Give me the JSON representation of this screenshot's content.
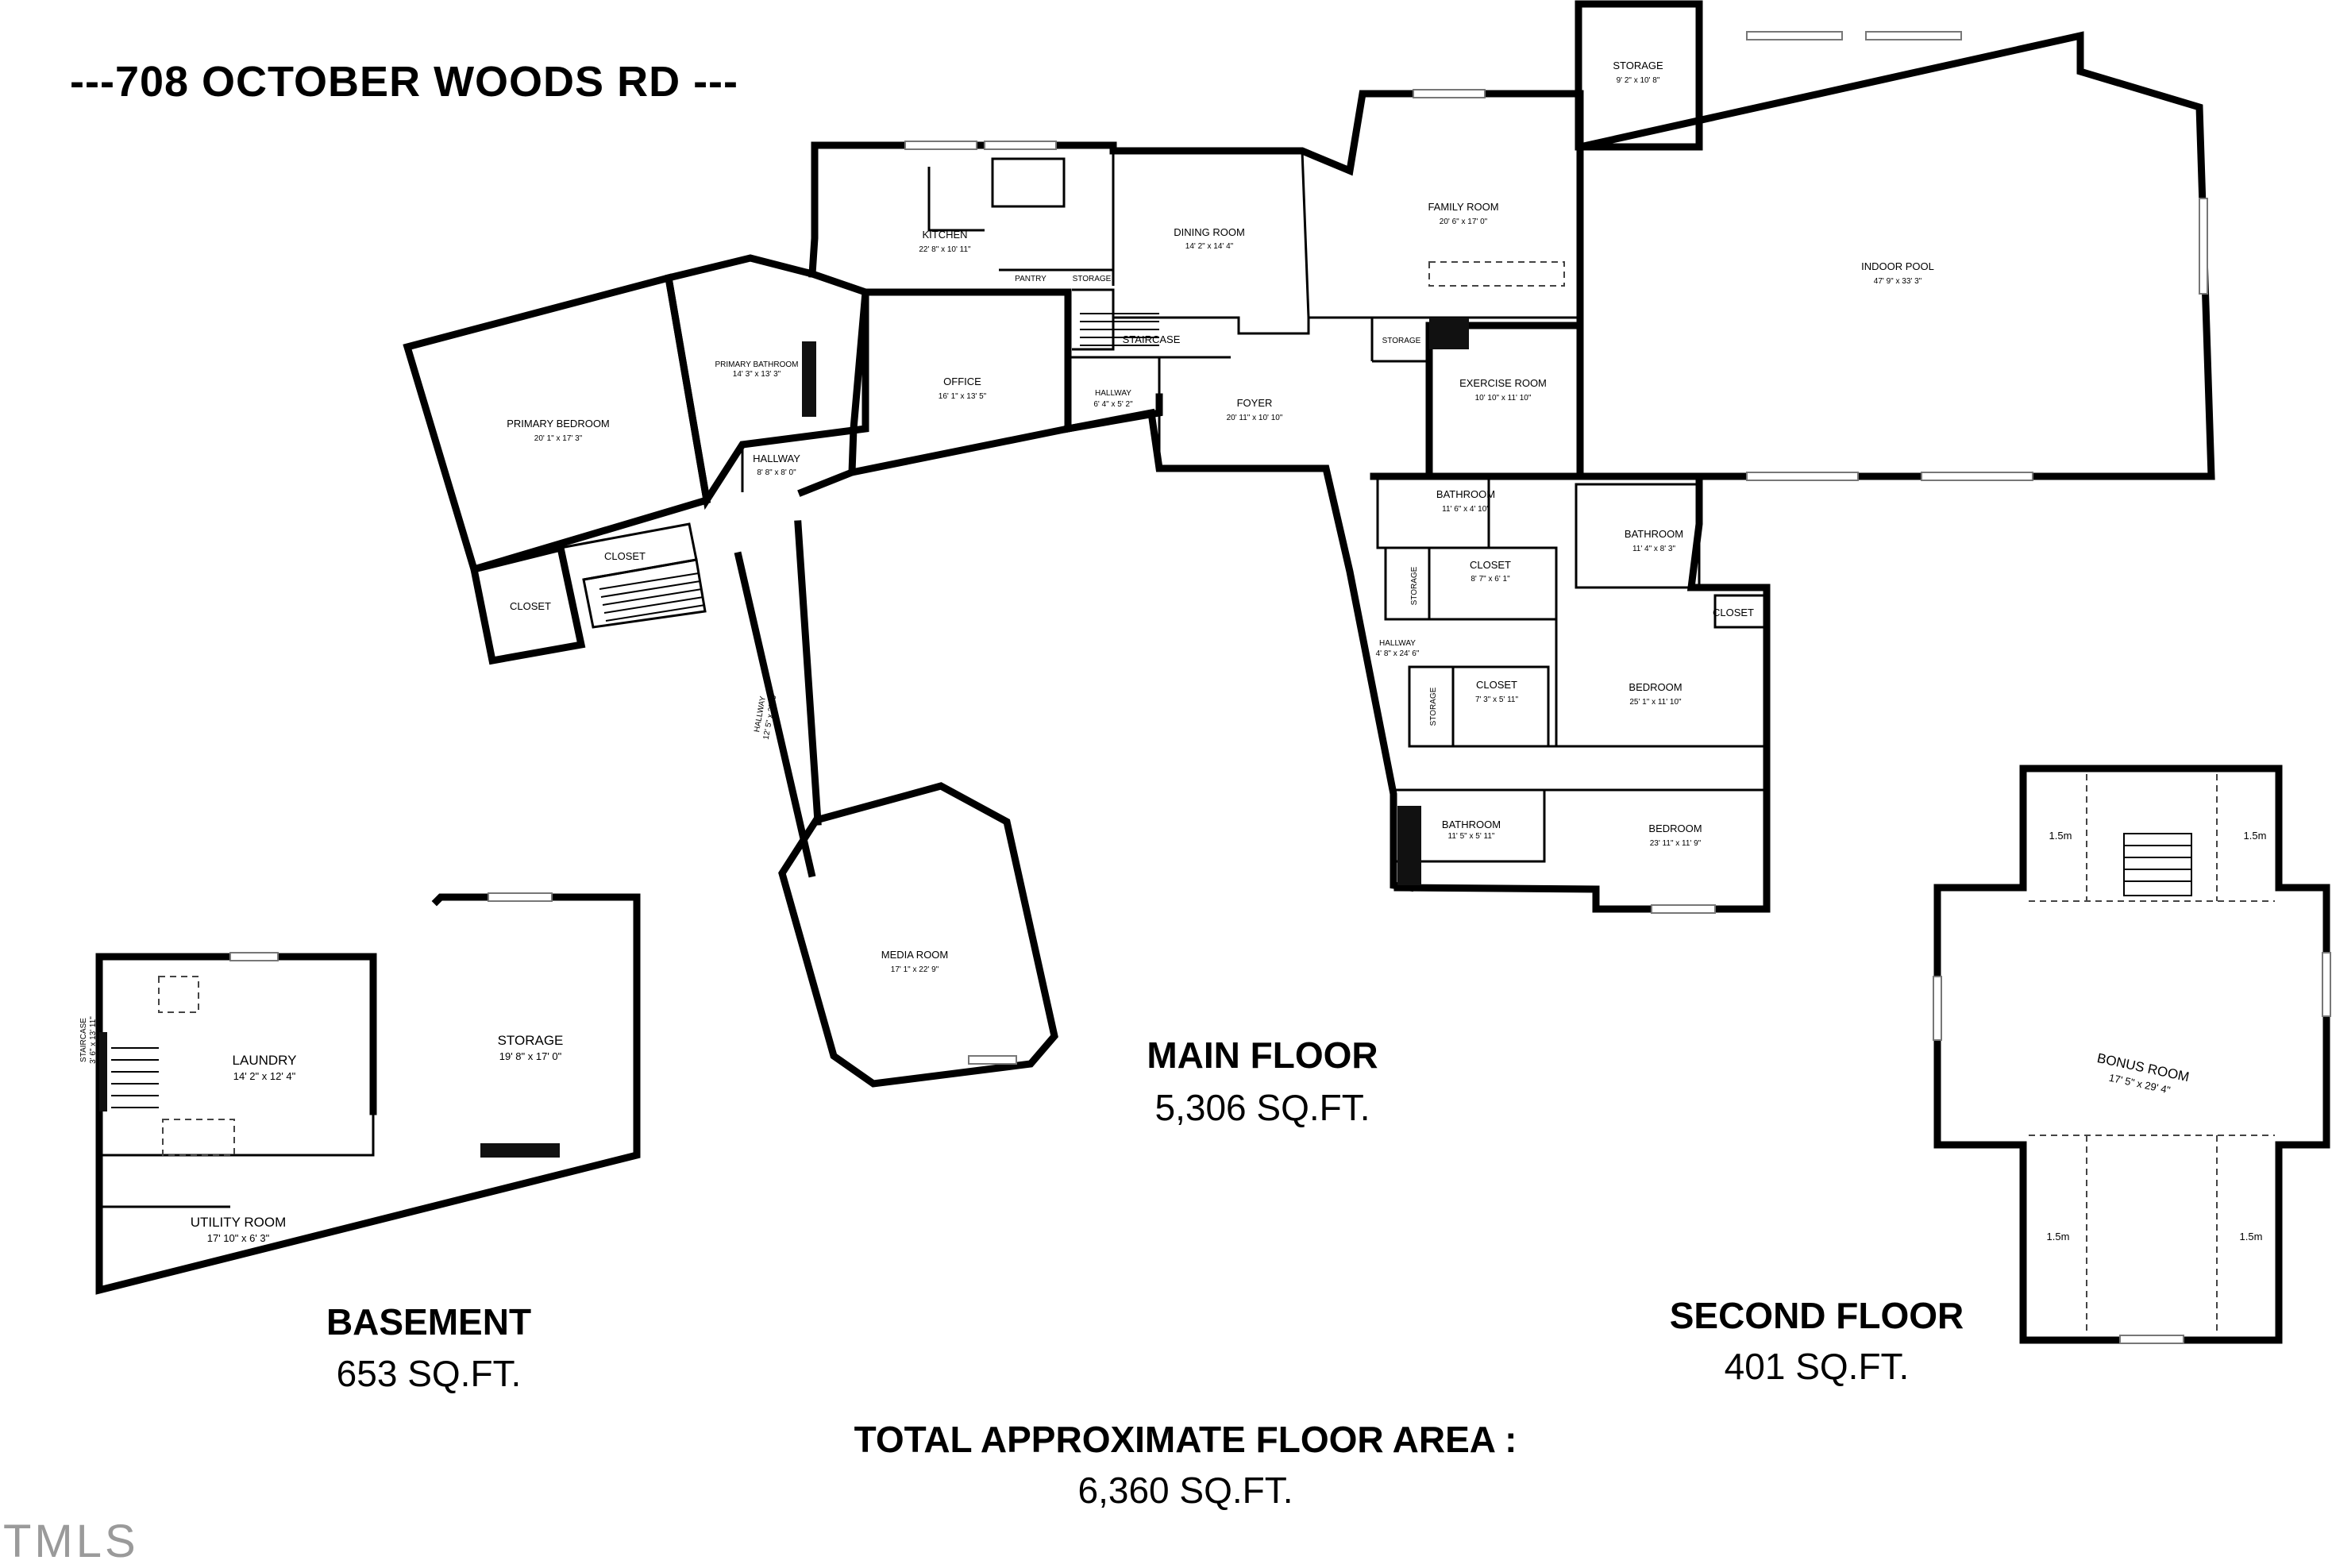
{
  "title": "---708 OCTOBER WOODS RD ---",
  "floors": {
    "main": {
      "label": "MAIN FLOOR",
      "area": "5,306 SQ.FT."
    },
    "basement": {
      "label": "BASEMENT",
      "area": "653 SQ.FT."
    },
    "second": {
      "label": "SECOND FLOOR",
      "area": "401 SQ.FT."
    }
  },
  "total": {
    "label": "TOTAL APPROXIMATE FLOOR AREA :",
    "area": "6,360 SQ.FT."
  },
  "rooms": {
    "storage_top": {
      "name": "STORAGE",
      "dims": "9' 2\" x 10' 8\""
    },
    "kitchen": {
      "name": "KITCHEN",
      "dims": "22' 8\" x 10' 11\""
    },
    "pantry": {
      "name": "PANTRY"
    },
    "storage_small_kitchen": {
      "name": "STORAGE"
    },
    "dining": {
      "name": "DINING ROOM",
      "dims": "14' 2\" x 14' 4\""
    },
    "family": {
      "name": "FAMILY ROOM",
      "dims": "20' 6\" x 17' 0\""
    },
    "pool": {
      "name": "INDOOR POOL",
      "dims": "47' 9\" x 33' 3\""
    },
    "primary_bedroom": {
      "name": "PRIMARY BEDROOM",
      "dims": "20' 1\" x 17' 3\""
    },
    "primary_bath": {
      "name": "PRIMARY BATHROOM",
      "dims": "14' 3\" x 13' 3\""
    },
    "office": {
      "name": "OFFICE",
      "dims": "16' 1\" x 13' 5\""
    },
    "staircase": {
      "name": "STAIRCASE"
    },
    "hallway_small": {
      "name": "HALLWAY",
      "dims": "6' 4\" x 5' 2\""
    },
    "foyer": {
      "name": "FOYER",
      "dims": "20' 11\" x 10' 10\""
    },
    "storage_mid": {
      "name": "STORAGE"
    },
    "exercise": {
      "name": "EXERCISE ROOM",
      "dims": "10' 10\" x 11' 10\""
    },
    "hallway_primary": {
      "name": "HALLWAY",
      "dims": "8' 8\" x 8' 0\""
    },
    "closet_a": {
      "name": "CLOSET"
    },
    "closet_b": {
      "name": "CLOSET"
    },
    "hallway_long": {
      "name": "HALLWAY",
      "dims": "12' 5\" x 27' 9\""
    },
    "media": {
      "name": "MEDIA ROOM",
      "dims": "17' 1\" x 22' 9\""
    },
    "bathroom_1": {
      "name": "BATHROOM",
      "dims": "11' 6\" x 4' 10\""
    },
    "bathroom_2": {
      "name": "BATHROOM",
      "dims": "11' 4\" x 8' 3\""
    },
    "closet_1": {
      "name": "CLOSET",
      "dims": "8' 7\" x 6' 1\""
    },
    "storage_v1": {
      "name": "STORAGE"
    },
    "closet_right": {
      "name": "CLOSET"
    },
    "hallway_right": {
      "name": "HALLWAY",
      "dims": "4' 8\" x 24' 6\""
    },
    "storage_v2": {
      "name": "STORAGE"
    },
    "closet_2": {
      "name": "CLOSET",
      "dims": "7' 3\" x 5' 11\""
    },
    "bedroom_1": {
      "name": "BEDROOM",
      "dims": "25' 1\" x 11' 10\""
    },
    "bathroom_3": {
      "name": "BATHROOM",
      "dims": "11' 5\" x 5' 11\""
    },
    "bedroom_2": {
      "name": "BEDROOM",
      "dims": "23' 11\" x 11' 9\""
    },
    "laundry": {
      "name": "LAUNDRY",
      "dims": "14' 2\" x 12' 4\""
    },
    "staircase_basement": {
      "name": "STAIRCASE",
      "dims": "3' 6\" x 13' 11\""
    },
    "storage_basement": {
      "name": "STORAGE",
      "dims": "19' 8\" x 17' 0\""
    },
    "utility": {
      "name": "UTILITY ROOM",
      "dims": "17' 10\" x 6' 3\""
    },
    "bonus": {
      "name": "BONUS ROOM",
      "dims": "17' 5\" x 29' 4\""
    }
  },
  "height_marks": [
    "1.5m",
    "1.5m",
    "1.5m",
    "1.5m"
  ],
  "logo_text": "TMLS"
}
